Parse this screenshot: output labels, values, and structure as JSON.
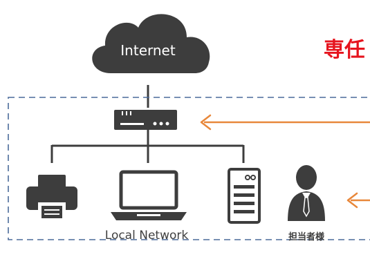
{
  "labels": {
    "internet": "Internet",
    "network": "Local Network",
    "person": "担当者様",
    "title": "専任"
  },
  "colors": {
    "device": "#3d3d3d",
    "boundary": "#4a6a9a",
    "arrow": "#e8873a",
    "title": "#e6141e"
  },
  "icons": {
    "cloud": "cloud-icon",
    "router": "router-icon",
    "printer": "printer-icon",
    "laptop": "laptop-icon",
    "server": "server-icon",
    "person": "person-icon"
  }
}
